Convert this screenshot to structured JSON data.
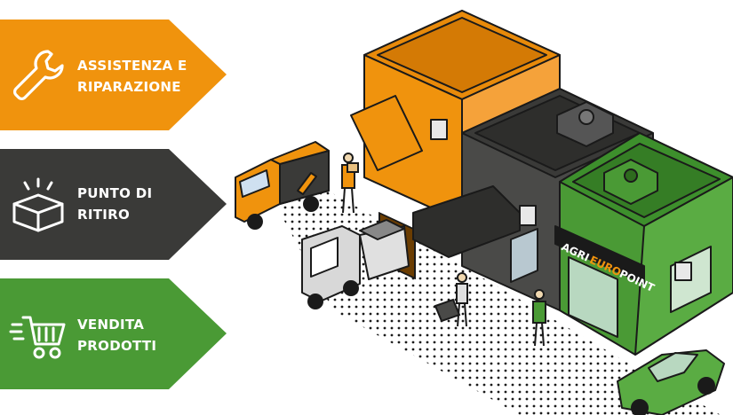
{
  "banners": [
    {
      "id": "service",
      "lines": [
        "ASSISTENZA E",
        "RIPARAZIONE"
      ],
      "color": "#f0930d",
      "icon": "wrench-icon"
    },
    {
      "id": "pickup",
      "lines": [
        "PUNTO DI",
        "RITIRO"
      ],
      "color": "#3a3a38",
      "icon": "package-icon"
    },
    {
      "id": "sales",
      "lines": [
        "VENDITA",
        "PRODOTTI"
      ],
      "color": "#4a9a35",
      "icon": "cart-icon"
    }
  ],
  "store_sign": {
    "prefix": "AGRI",
    "middle": "EURO",
    "suffix": "POINT"
  },
  "colors": {
    "orange": "#f0930d",
    "dark": "#3a3a38",
    "green": "#4a9a35",
    "accent_green": "#3d8f2c",
    "outline": "#1a1a1a"
  }
}
